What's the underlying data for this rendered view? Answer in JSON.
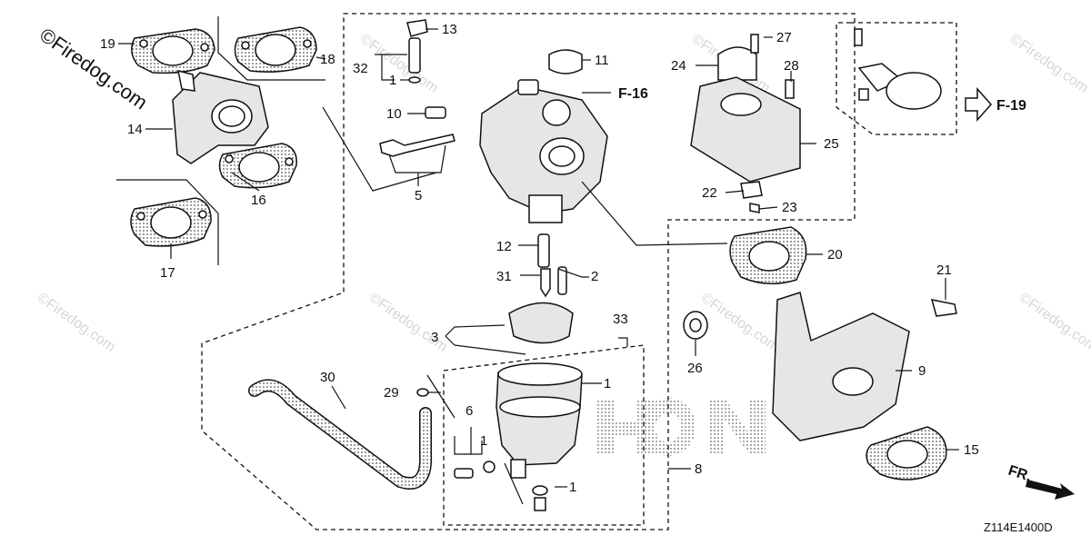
{
  "watermark": {
    "main": "©Firedog.com",
    "faint": "©Firedog.com"
  },
  "references": {
    "carb_body": "F-16",
    "air_cleaner": "F-19"
  },
  "diagram_code": "Z114E1400D",
  "direction_label": "FR.",
  "callouts": {
    "n1a": "1",
    "n1b": "1",
    "n1c": "1",
    "n1d": "1",
    "n2": "2",
    "n3": "3",
    "n5": "5",
    "n6": "6",
    "n8": "8",
    "n9": "9",
    "n10": "10",
    "n11": "11",
    "n12": "12",
    "n13": "13",
    "n14": "14",
    "n15": "15",
    "n16": "16",
    "n17": "17",
    "n18": "18",
    "n19": "19",
    "n20": "20",
    "n21": "21",
    "n22": "22",
    "n23": "23",
    "n24": "24",
    "n25": "25",
    "n26": "26",
    "n27": "27",
    "n28": "28",
    "n29": "29",
    "n30": "30",
    "n31": "31",
    "n32": "32",
    "n33": "33"
  }
}
